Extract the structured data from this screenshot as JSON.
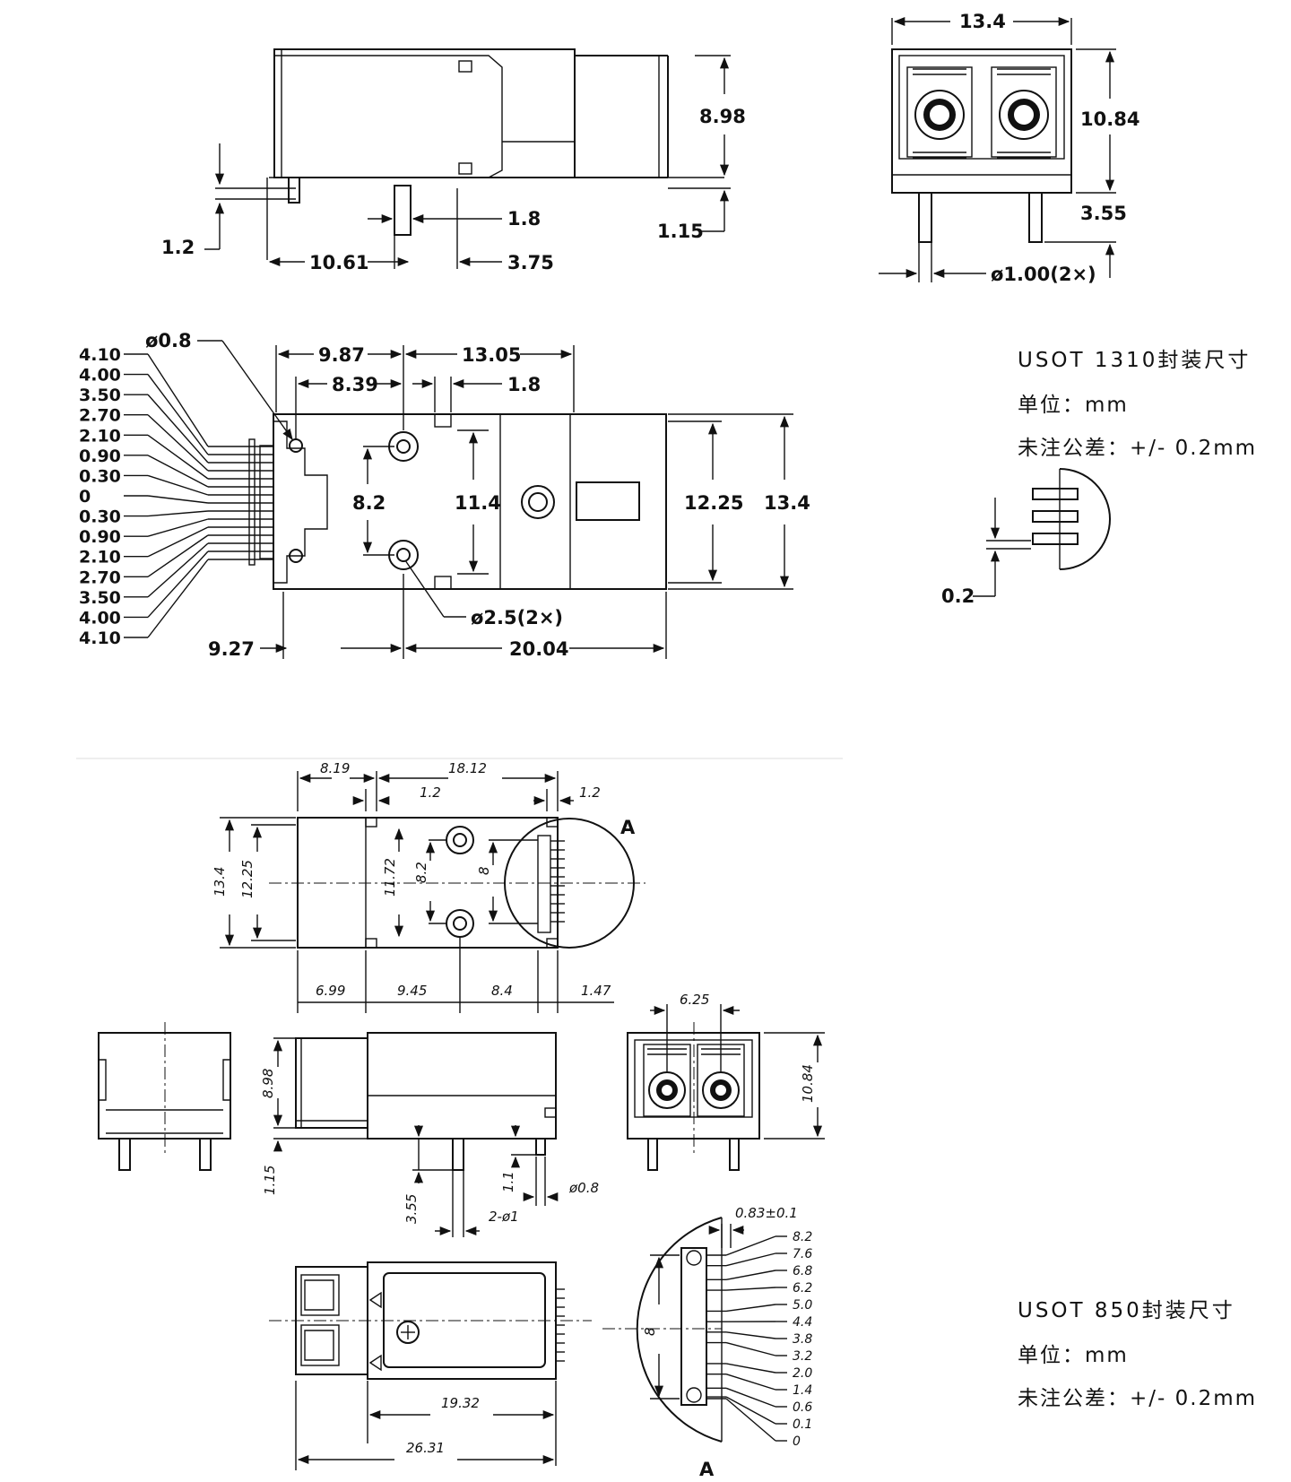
{
  "top_side_view": {
    "height": "8.98",
    "standoff": "1.15",
    "pin_offset": "1.2",
    "pin_width": "1.8",
    "pin_from_left": "10.61",
    "pin_pitch": "3.75"
  },
  "top_front_view": {
    "width": "13.4",
    "height": "10.84",
    "pin_length": "3.55",
    "pin_diameter": "ø1.00(2×)"
  },
  "top_plan_view": {
    "pin_diameter": "ø0.8",
    "dim_9_87": "9.87",
    "dim_13_05": "13.05",
    "dim_8_39": "8.39",
    "dim_1_8": "1.8",
    "hole_pitch": "8.2",
    "dim_11_4": "11.4",
    "dim_12_25": "12.25",
    "dim_13_4": "13.4",
    "hole_diameter": "ø2.5(2×)",
    "dim_9_27": "9.27",
    "dim_20_04": "20.04",
    "pin_positions": [
      "4.10",
      "4.00",
      "3.50",
      "2.70",
      "2.10",
      "0.90",
      "0.30",
      "0",
      "0.30",
      "0.90",
      "2.10",
      "2.70",
      "3.50",
      "4.00",
      "4.10"
    ]
  },
  "detail_small": {
    "gap": "0.2"
  },
  "notes_1310": {
    "title": "USOT 1310封装尺寸",
    "unit": "单位：mm",
    "tolerance": "未注公差：+/- 0.2mm"
  },
  "bottom_plan_view": {
    "dim_8_19": "8.19",
    "dim_18_12": "18.12",
    "dim_1_2a": "1.2",
    "dim_1_2b": "1.2",
    "dim_13_4": "13.4",
    "dim_12_25": "12.25",
    "dim_11_72": "11.72",
    "dim_8_2": "8.2",
    "dim_8": "8",
    "detail_label": "A",
    "dim_6_99": "6.99",
    "dim_9_45": "9.45",
    "dim_8_4": "8.4",
    "dim_1_47": "1.47"
  },
  "bottom_side_view": {
    "dim_8_98": "8.98",
    "dim_1_15": "1.15",
    "dim_3_55": "3.55",
    "dim_1_1": "1.1",
    "pin_diameter": "ø0.8",
    "pin_spec": "2-ø1"
  },
  "bottom_front_view": {
    "dim_6_25": "6.25",
    "dim_10_84": "10.84"
  },
  "bottom_top_view": {
    "dim_19_32": "19.32",
    "dim_26_31": "26.31",
    "detail_label": "A"
  },
  "detail_a": {
    "pin_width": "0.83±0.1",
    "span": "8",
    "pin_positions": [
      "8.2",
      "7.6",
      "6.8",
      "6.2",
      "5.0",
      "4.4",
      "3.8",
      "3.2",
      "2.0",
      "1.4",
      "0.6",
      "0.1",
      "0"
    ]
  },
  "notes_850": {
    "title": "USOT 850封装尺寸",
    "unit": "单位：mm",
    "tolerance": "未注公差：+/- 0.2mm"
  }
}
